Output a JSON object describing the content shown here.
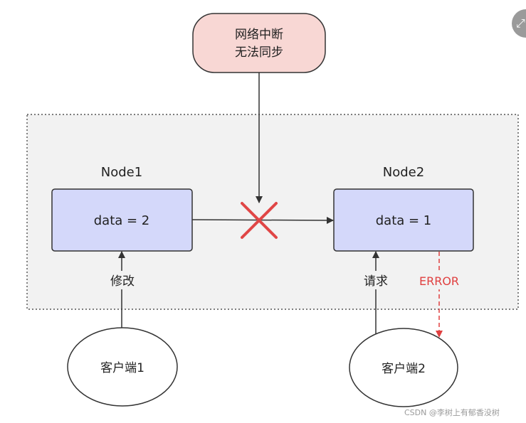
{
  "network": {
    "line1": "网络中断",
    "line2": "无法同步"
  },
  "node1": {
    "title": "Node1",
    "value": "data = 2"
  },
  "node2": {
    "title": "Node2",
    "value": "data = 1"
  },
  "client1": {
    "label": "客户端1",
    "action": "修改"
  },
  "client2": {
    "label": "客户端2",
    "action": "请求",
    "error": "ERROR"
  },
  "watermark": "CSDN @李树上有郁香没树",
  "colors": {
    "network_fill": "#f8d7d4",
    "node_fill": "#d4d8fa",
    "container_fill": "#f2f2f2",
    "error_color": "#e04040",
    "cross_color": "#e04646"
  }
}
